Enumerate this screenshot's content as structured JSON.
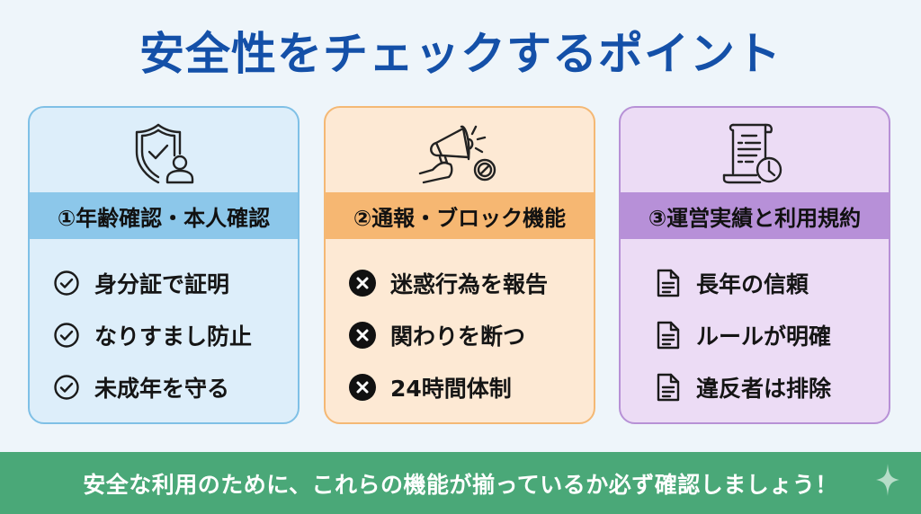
{
  "title": "安全性をチェックするポイント",
  "colors": {
    "title": "#1450a8",
    "card1_bg": "#ddeefa",
    "card1_band": "#8cc7ea",
    "card1_border": "#7fc0e6",
    "card2_bg": "#fde9d4",
    "card2_band": "#f6b772",
    "card2_border": "#f4b874",
    "card3_bg": "#ecdcf5",
    "card3_band": "#b790d8",
    "card3_border": "#b791d6",
    "footer_bg": "#4aa878"
  },
  "cards": [
    {
      "icon": "shield-check-user-icon",
      "heading": "①年齢確認・本人確認",
      "item_icon": "check-circle-icon",
      "items": [
        "身分証で証明",
        "なりすまし防止",
        "未成年を守る"
      ]
    },
    {
      "icon": "megaphone-block-icon",
      "heading": "②通報・ブロック機能",
      "item_icon": "x-circle-icon",
      "items": [
        "迷惑行為を報告",
        "関わりを断つ",
        "24時間体制"
      ]
    },
    {
      "icon": "document-clock-icon",
      "heading": "③運営実績と利用規約",
      "item_icon": "document-icon",
      "items": [
        "長年の信頼",
        "ルールが明確",
        "違反者は排除"
      ]
    }
  ],
  "footer": {
    "text": "安全な利用のために、これらの機能が揃っているか必ず確認しましょう！",
    "decoration": "sparkle-icon"
  }
}
